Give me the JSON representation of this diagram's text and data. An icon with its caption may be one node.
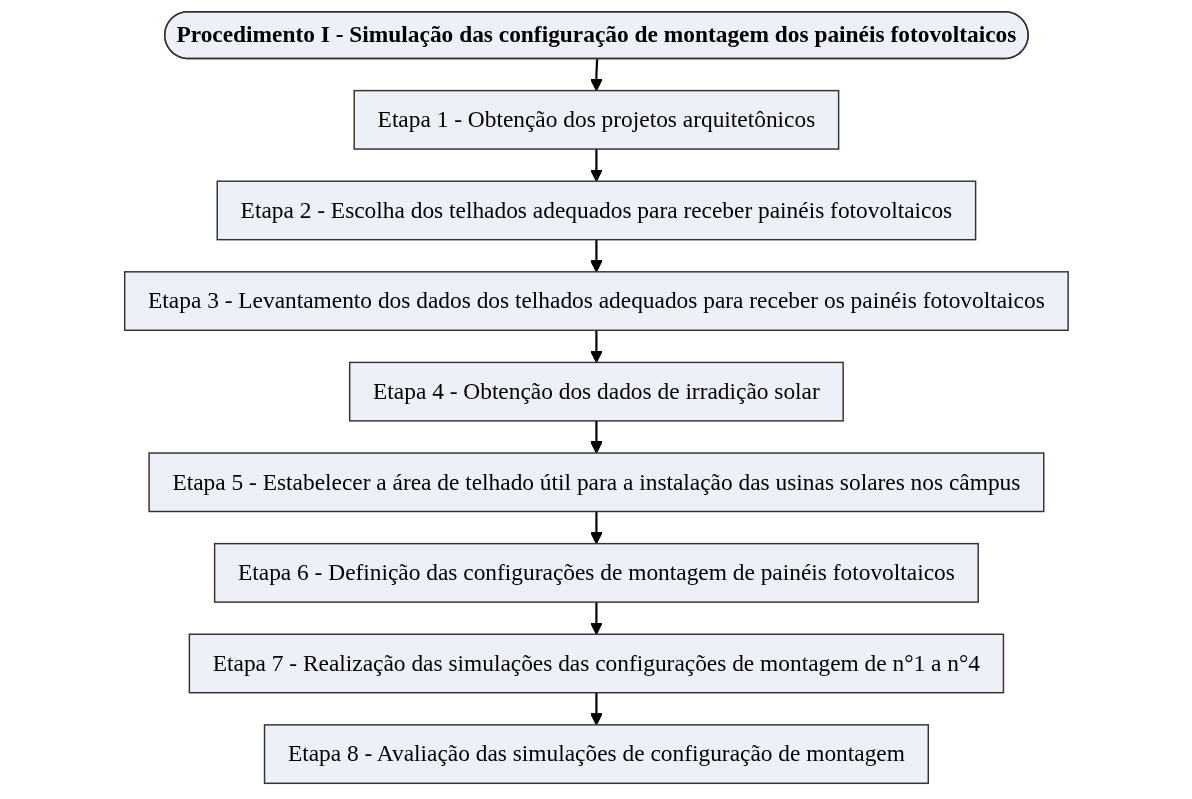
{
  "diagram": {
    "nodes": [
      {
        "text": [
          "Procedimento I - Simulação das configuração de montagem dos painéis fotovoltaicos"
        ]
      },
      {
        "text": [
          "Etapa 1 - Obtenção dos projetos arquitetônicos"
        ]
      },
      {
        "text": [
          "Etapa 2 - Escolha dos telhados adequados para receber painéis fotovoltaicos"
        ]
      },
      {
        "text": [
          "Etapa 3 - Levantamento dos dados dos telhados adequados para receber os painéis fotovoltaicos"
        ]
      },
      {
        "text": [
          "Etapa 4 - Obtenção dos dados de irradição solar"
        ]
      },
      {
        "text": [
          "Etapa 5 - Estabelecer a área de telhado útil para a instalação das usinas solares nos câmpus"
        ]
      },
      {
        "text": [
          "Etapa 6 - Definição das configurações de montagem de painéis fotovoltaicos"
        ]
      },
      {
        "text": [
          "Etapa 7 - Realização das simulações das configurações de montagem de n°1 a n°4"
        ]
      },
      {
        "text": [
          "Etapa 8 - Avaliação das simulações de configuração de montagem"
        ]
      }
    ],
    "edges": [
      {
        "from": 0,
        "to": 1,
        "arrow": "to"
      },
      {
        "from": 1,
        "to": 2,
        "arrow": "to"
      },
      {
        "from": 2,
        "to": 3,
        "arrow": "to"
      },
      {
        "from": 3,
        "to": 4,
        "arrow": "to"
      },
      {
        "from": 4,
        "to": 5,
        "arrow": "to"
      },
      {
        "from": 5,
        "to": 6,
        "arrow": "to"
      },
      {
        "from": 6,
        "to": 7,
        "arrow": "to"
      },
      {
        "from": 7,
        "to": 8,
        "arrow": "to"
      }
    ]
  }
}
